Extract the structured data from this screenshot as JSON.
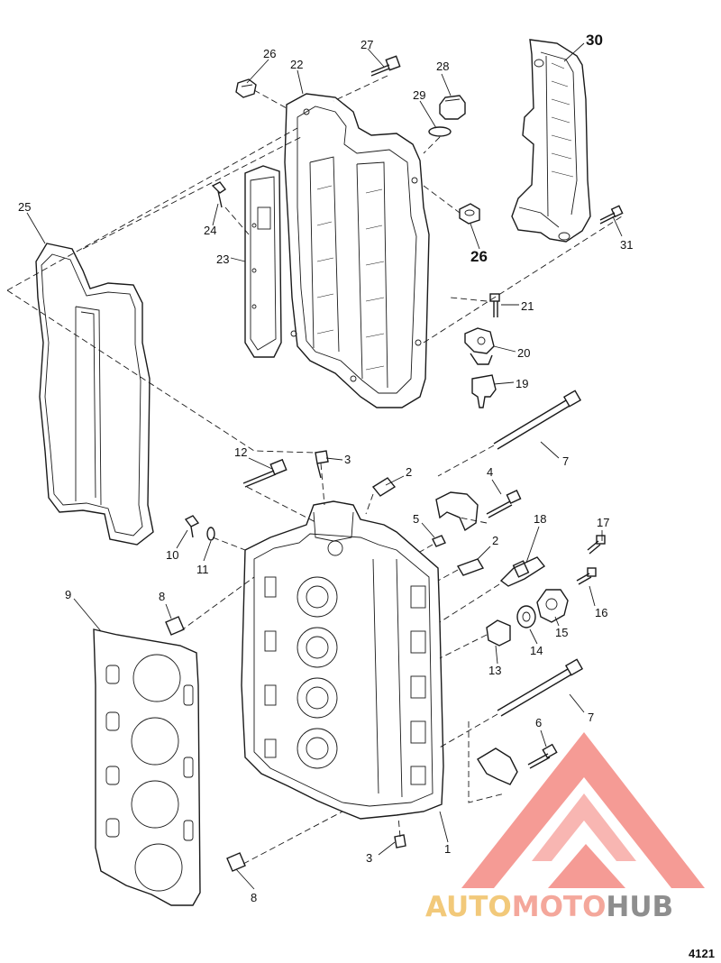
{
  "callouts": {
    "c1": "1",
    "c2a": "2",
    "c2b": "2",
    "c3a": "3",
    "c3b": "3",
    "c4": "4",
    "c5": "5",
    "c6": "6",
    "c7a": "7",
    "c7b": "7",
    "c8a": "8",
    "c8b": "8",
    "c9": "9",
    "c10": "10",
    "c11": "11",
    "c12": "12",
    "c13": "13",
    "c14": "14",
    "c15": "15",
    "c16": "16",
    "c17": "17",
    "c18": "18",
    "c19": "19",
    "c20": "20",
    "c21": "21",
    "c22": "22",
    "c23": "23",
    "c24": "24",
    "c25": "25",
    "c26a": "26",
    "c26b": "26",
    "c27": "27",
    "c28": "28",
    "c29": "29",
    "c30": "30",
    "c31": "31"
  },
  "reference_number": "4121",
  "watermark": {
    "part1": "AUTO",
    "part2": "MOTO",
    "part3": "HUB",
    "color_auto": "#f2c97a",
    "color_moto": "#f4a79b",
    "color_hub": "#8e8e8e",
    "triangle_color": "#f27a72"
  }
}
